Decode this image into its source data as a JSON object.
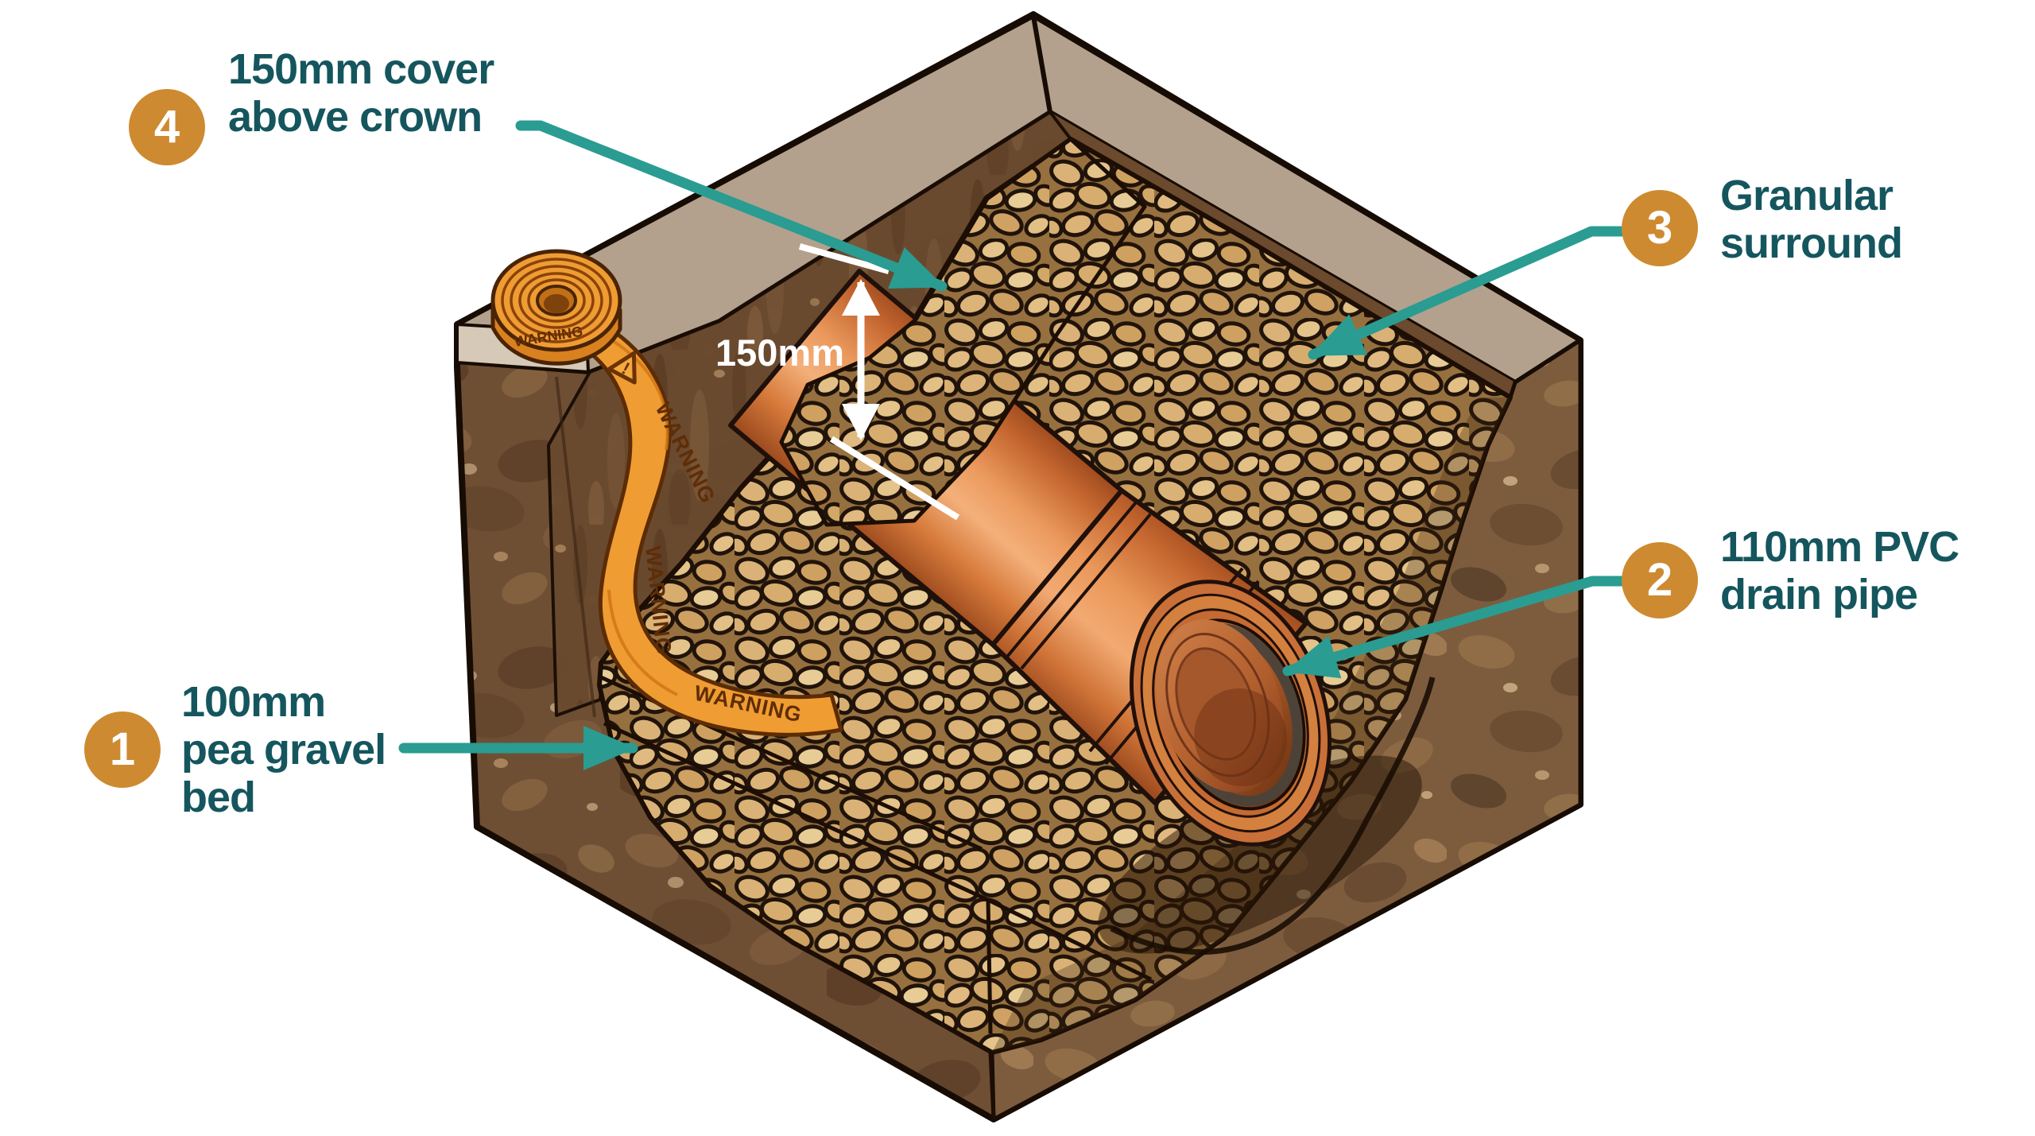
{
  "diagram": {
    "dimension_label": "150mm",
    "tape": {
      "text": "WARNING",
      "exclamation": "!"
    },
    "callouts": [
      {
        "number": "1",
        "lines": [
          "100mm",
          "pea gravel",
          "bed"
        ]
      },
      {
        "number": "2",
        "lines": [
          "110mm PVC",
          "drain pipe"
        ]
      },
      {
        "number": "3",
        "lines": [
          "Granular",
          "surround"
        ]
      },
      {
        "number": "4",
        "lines": [
          "150mm cover",
          "above crown"
        ]
      }
    ]
  },
  "colors": {
    "background": "#ffffff",
    "label_text": "#15565e",
    "badge_orange": "#ce8a30",
    "arrow_teal": "#2a9c92",
    "dimension_text": "#ffffff",
    "pipe_orange": "#d97f44",
    "gravel_tan": "#dab277",
    "soil_dark_brown": "#6f4f34",
    "soil_mid_brown": "#7d5c3e",
    "topsoil_surface_gray": "#b3a18d",
    "tape_orange": "#ef9c33"
  }
}
